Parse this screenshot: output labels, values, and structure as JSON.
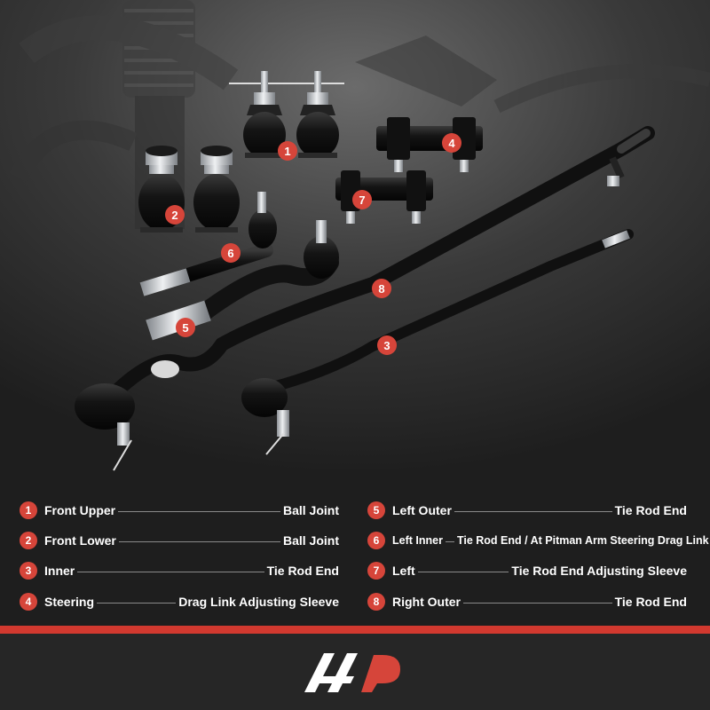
{
  "callouts": [
    "1",
    "2",
    "3",
    "4",
    "5",
    "6",
    "7",
    "8"
  ],
  "legend": {
    "left": [
      {
        "num": "1",
        "name": "Front Upper",
        "part": "Ball Joint"
      },
      {
        "num": "2",
        "name": "Front Lower",
        "part": "Ball Joint"
      },
      {
        "num": "3",
        "name": "Inner",
        "part": "Tie Rod End"
      },
      {
        "num": "4",
        "name": "Steering",
        "part": "Drag Link Adjusting Sleeve"
      }
    ],
    "right": [
      {
        "num": "5",
        "name": "Left Outer",
        "part": "Tie Rod End"
      },
      {
        "num": "6",
        "name": "Left Inner",
        "part": "Tie Rod End / At Pitman Arm Steering Drag Link"
      },
      {
        "num": "7",
        "name": "Left",
        "part": "Tie Rod End Adjusting Sleeve"
      },
      {
        "num": "8",
        "name": "Right Outer",
        "part": "Tie Rod End"
      }
    ]
  },
  "colors": {
    "accent": "#d6453a",
    "stripe": "#d2392f",
    "background": "#1f1f1f",
    "part_black": "#151515",
    "metal": "#c9ccd0"
  }
}
